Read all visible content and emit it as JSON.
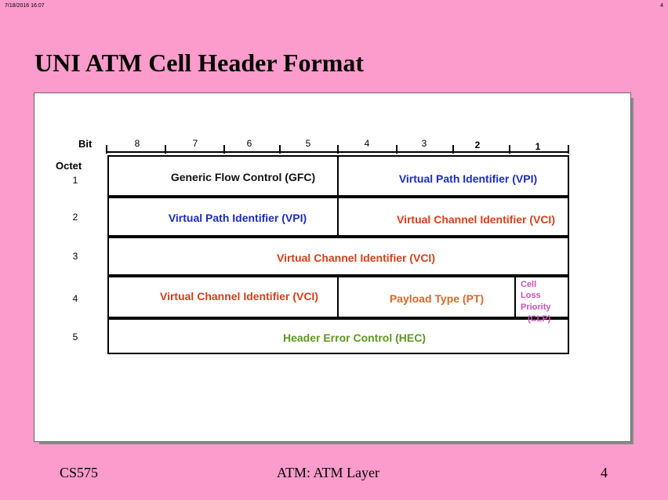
{
  "header": {
    "timestamp": "7/18/2016 16:07",
    "page_number": "4"
  },
  "title": "UNI ATM Cell Header Format",
  "diagram": {
    "bit_label": "Bit",
    "bit_numbers": [
      "8",
      "7",
      "6",
      "5",
      "4",
      "3",
      "2",
      "1"
    ],
    "octet_label": "Octet",
    "octet_numbers": [
      "1",
      "2",
      "3",
      "4",
      "5"
    ],
    "fields": {
      "gfc": "Generic Flow Control (GFC)",
      "vpi_1": "Virtual Path Identifier (VPI)",
      "vpi_2": "Virtual Path Identifier (VPI)",
      "vci_2": "Virtual Channel Identifier (VCI)",
      "vci_3": "Virtual Channel Identifier (VCI)",
      "vci_4": "Virtual Channel Identifier (VCI)",
      "pt": "Payload Type (PT)",
      "clp_lines": [
        "Cell",
        "Loss",
        "Priority",
        "(CLP)"
      ],
      "hec": "Header Error Control (HEC)"
    },
    "colors": {
      "gfc": "#111111",
      "vpi": "#1a2bbf",
      "vci": "#d6401a",
      "pt": "#d9682a",
      "clp": "#d04fc0",
      "hec": "#5c9a1e"
    }
  },
  "footer": {
    "course": "CS575",
    "topic": "ATM: ATM Layer",
    "page": "4"
  }
}
